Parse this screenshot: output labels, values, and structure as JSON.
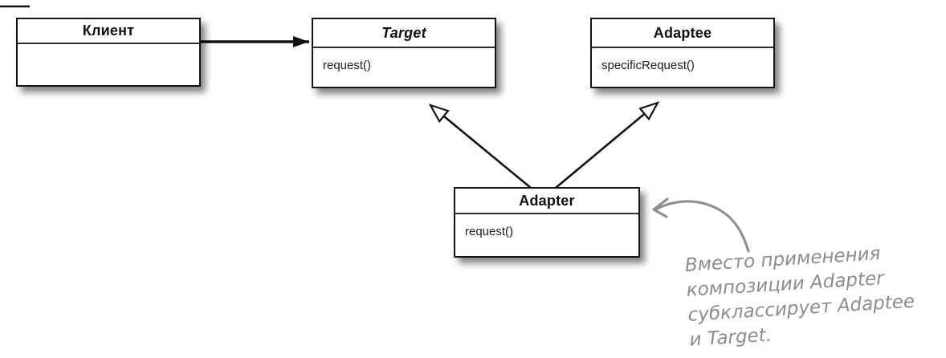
{
  "diagram": {
    "classes": [
      {
        "name": "Клиент",
        "methods": []
      },
      {
        "name": "Target",
        "methods": [
          "request()"
        ]
      },
      {
        "name": "Adaptee",
        "methods": [
          "specificRequest()"
        ]
      },
      {
        "name": "Adapter",
        "methods": [
          "request()"
        ]
      }
    ],
    "relations": [
      {
        "type": "association",
        "from": "Клиент",
        "to": "Target"
      },
      {
        "type": "inheritance",
        "from": "Adapter",
        "to": "Target"
      },
      {
        "type": "inheritance",
        "from": "Adapter",
        "to": "Adaptee"
      }
    ]
  },
  "annotation": {
    "lines": [
      "Вместо применения",
      "композиции Adapter",
      "субклассирует Adaptee",
      "и Target."
    ]
  },
  "colors": {
    "box_border": "#141414",
    "arrow": "#111111",
    "annotation_gray": "#8c8c8c",
    "background": "#ffffff"
  }
}
